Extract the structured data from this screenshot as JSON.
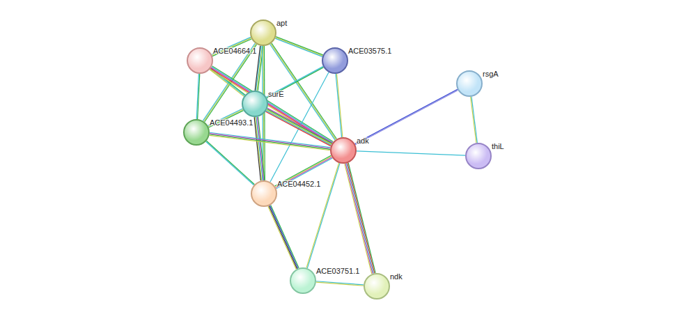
{
  "diagram": {
    "nodes": [
      {
        "text": [
          "apt"
        ]
      },
      {
        "text": [
          "ACE04664.1"
        ]
      },
      {
        "text": [
          "ACE03575.1"
        ]
      },
      {
        "text": [
          "surE"
        ]
      },
      {
        "text": [
          "ACE04493.1"
        ]
      },
      {
        "text": [
          "adk"
        ]
      },
      {
        "text": [
          "rsgA"
        ]
      },
      {
        "text": [
          "thiL"
        ]
      },
      {
        "text": [
          "ACE04452.1"
        ]
      },
      {
        "text": [
          "ACE03751.1"
        ]
      },
      {
        "text": [
          "ndk"
        ]
      }
    ],
    "edges": [
      {
        "from": 0,
        "to": 1,
        "arrow": "none"
      },
      {
        "from": 0,
        "to": 2,
        "arrow": "none"
      },
      {
        "from": 0,
        "to": 3,
        "arrow": "none"
      },
      {
        "from": 0,
        "to": 4,
        "arrow": "none"
      },
      {
        "from": 0,
        "to": 5,
        "arrow": "none"
      },
      {
        "from": 0,
        "to": 8,
        "arrow": "none"
      },
      {
        "from": 1,
        "to": 3,
        "arrow": "none"
      },
      {
        "from": 1,
        "to": 4,
        "arrow": "none"
      },
      {
        "from": 1,
        "to": 5,
        "arrow": "none"
      },
      {
        "from": 2,
        "to": 3,
        "arrow": "none"
      },
      {
        "from": 2,
        "to": 5,
        "arrow": "none"
      },
      {
        "from": 2,
        "to": 8,
        "arrow": "none"
      },
      {
        "from": 3,
        "to": 4,
        "arrow": "none"
      },
      {
        "from": 3,
        "to": 5,
        "arrow": "none"
      },
      {
        "from": 3,
        "to": 8,
        "arrow": "none"
      },
      {
        "from": 4,
        "to": 5,
        "arrow": "none"
      },
      {
        "from": 4,
        "to": 8,
        "arrow": "none"
      },
      {
        "from": 5,
        "to": 8,
        "arrow": "none"
      },
      {
        "from": 5,
        "to": 6,
        "arrow": "none"
      },
      {
        "from": 5,
        "to": 7,
        "arrow": "none"
      },
      {
        "from": 5,
        "to": 9,
        "arrow": "none"
      },
      {
        "from": 5,
        "to": 10,
        "arrow": "none"
      },
      {
        "from": 6,
        "to": 7,
        "arrow": "none"
      },
      {
        "from": 8,
        "to": 9,
        "arrow": "none"
      },
      {
        "from": 9,
        "to": 10,
        "arrow": "none"
      }
    ]
  }
}
